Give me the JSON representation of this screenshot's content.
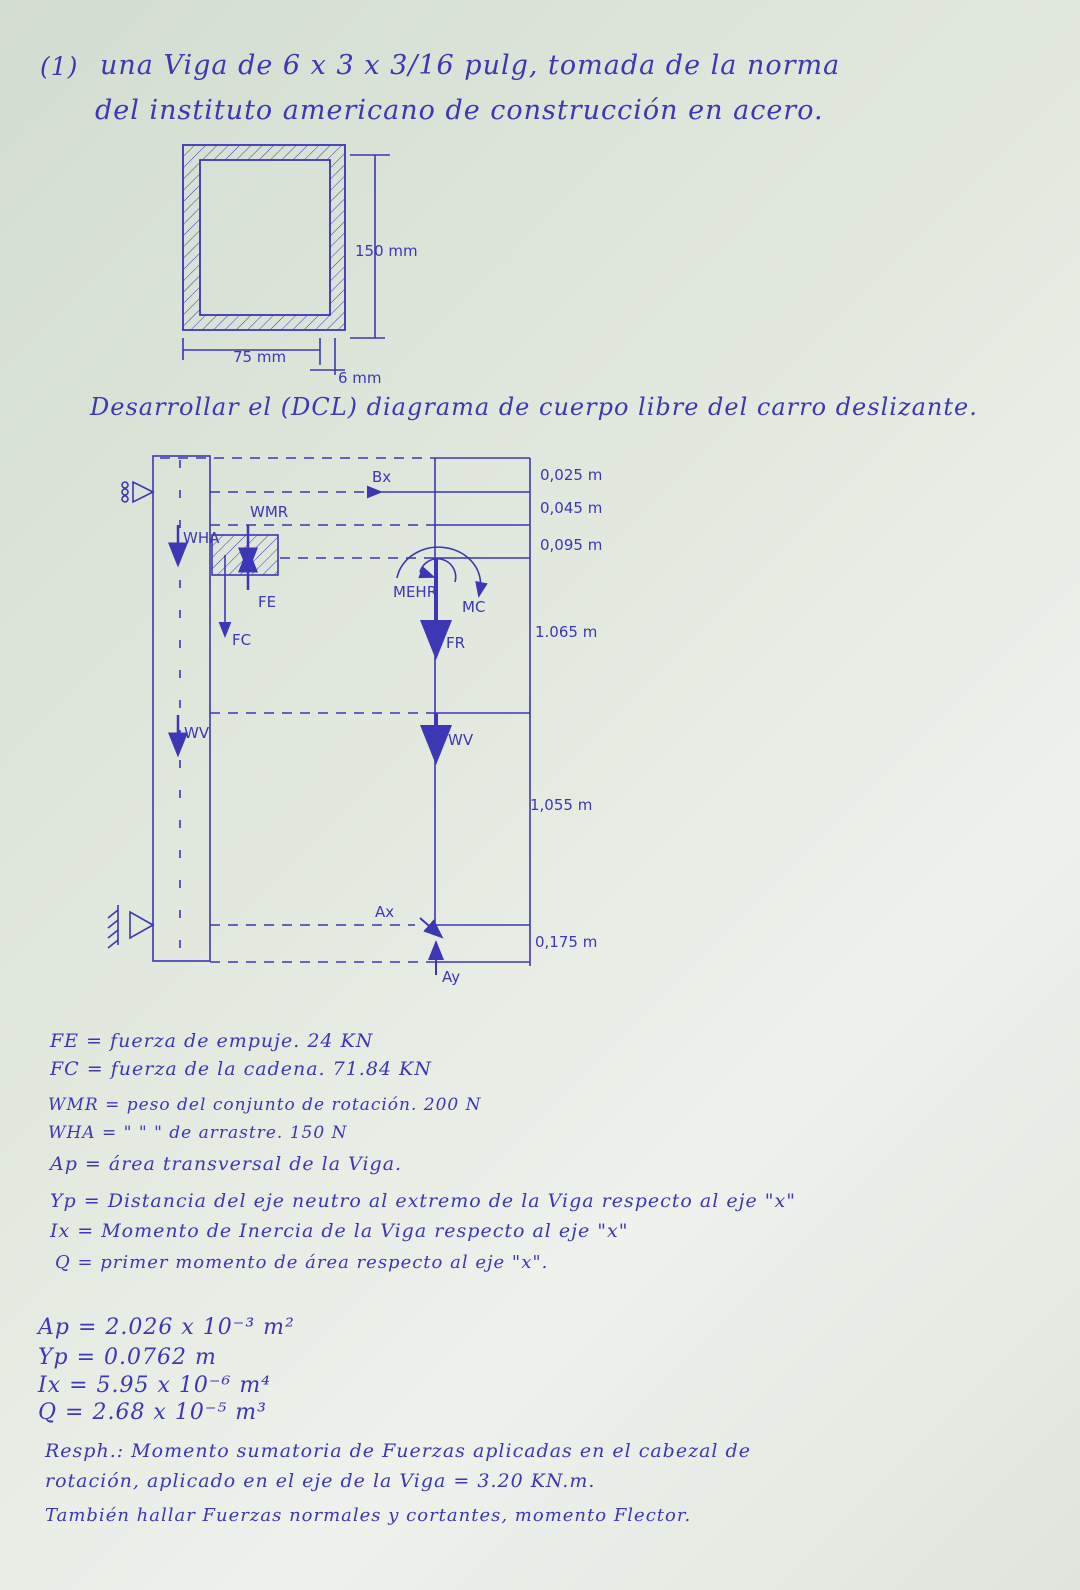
{
  "header": {
    "number": "1",
    "line1": "una Viga de 6 x 3 x 3/16 pulg, tomada de la norma",
    "line2": "del instituto americano de construcción en acero."
  },
  "section": {
    "height": "150 mm",
    "width": "75 mm",
    "thickness": "6 mm"
  },
  "instruction": "Desarrollar el (DCL) diagrama de cuerpo libre del carro deslizante.",
  "diagram": {
    "labels": {
      "bx": "Bx",
      "wmr": "WMR",
      "wha": "WHA",
      "fe": "FE",
      "fc": "FC",
      "mehr": "MEHR",
      "mc": "MC",
      "fr": "FR",
      "wv_left": "WV",
      "wv_right": "WV",
      "ax": "Ax",
      "ay": "Ay"
    },
    "dims": [
      "0,025 m",
      "0,045 m",
      "0,095 m",
      "1.065 m",
      "1,055 m",
      "0,175 m"
    ]
  },
  "legend": [
    "FE = fuerza de empuje.  24 KN",
    "FC = fuerza de la cadena.  71.84 KN",
    "WMR = peso del conjunto de rotación.  200 N",
    "WHA =  \"  \"        \" de arrastre.  150 N",
    "Ap = área transversal de la Viga.",
    "Yp = Distancia del eje neutro al extremo de la Viga respecto al eje \"x\"",
    "Ix = Momento de Inercia de la Viga respecto al eje \"x\"",
    "Q = primer momento de área respecto al eje \"x\"."
  ],
  "results": [
    "Ap = 2.026 x 10⁻³ m²",
    "Yp = 0.0762 m",
    "Ix = 5.95 x 10⁻⁶ m⁴",
    "Q = 2.68 x 10⁻⁵ m³"
  ],
  "answer": [
    "Resph.: Momento sumatoria de Fuerzas aplicadas en el cabezal de",
    "rotación, aplicado en el eje de la Viga  = 3.20 KN.m.",
    "También hallar Fuerzas normales y cortantes, momento Flector."
  ]
}
